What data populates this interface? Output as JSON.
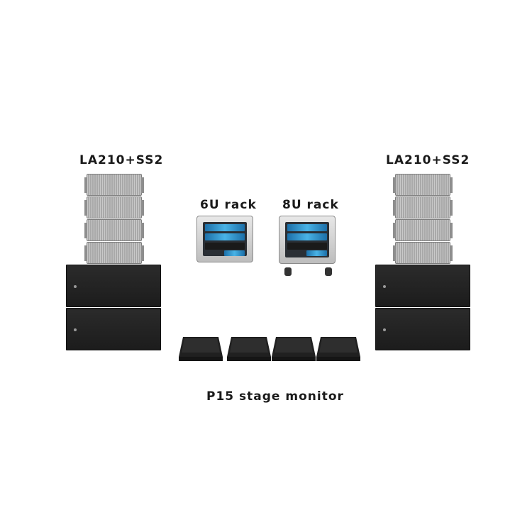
{
  "labels": {
    "left_system": "LA210+SS2",
    "right_system": "LA210+SS2",
    "rack_6u": "6U rack",
    "rack_8u": "8U rack",
    "monitor": "P15 stage monitor"
  },
  "colors": {
    "background": "#ffffff",
    "cabinet_black": "#1c1c1c",
    "array_grey": "#b5b5b5",
    "rack_blue": "#49b3e6"
  }
}
